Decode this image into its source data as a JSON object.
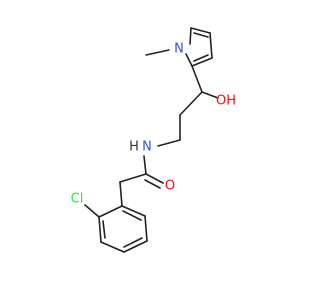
{
  "molecule": {
    "atom_labels": {
      "n_pyrrole": "N",
      "hydroxyl": "OH",
      "amide_n": "N",
      "amide_h": "H",
      "carbonyl_o": "O",
      "chlorine": "Cl"
    },
    "colors": {
      "bond": "#222222",
      "nitrogen": "#3050F8",
      "oxygen": "#FF0D0D",
      "chlorine": "#1FF01F",
      "hydrogen": "#333333"
    }
  }
}
